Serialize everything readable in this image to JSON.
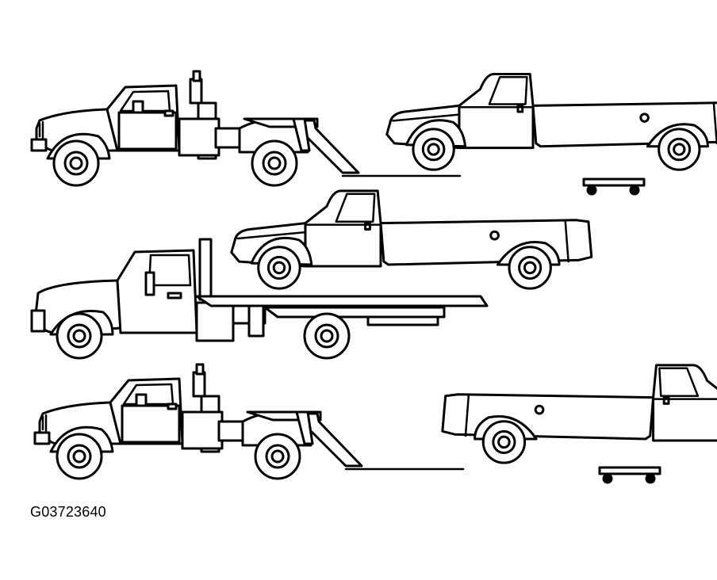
{
  "figure": {
    "code": "G03723640"
  },
  "colors": {
    "line": "#000000",
    "background": "#ffffff"
  },
  "scenes": [
    "wheel-lift-tow-with-dollies",
    "flatbed-carrier",
    "wheel-lift-tow-front-with-dollies"
  ]
}
